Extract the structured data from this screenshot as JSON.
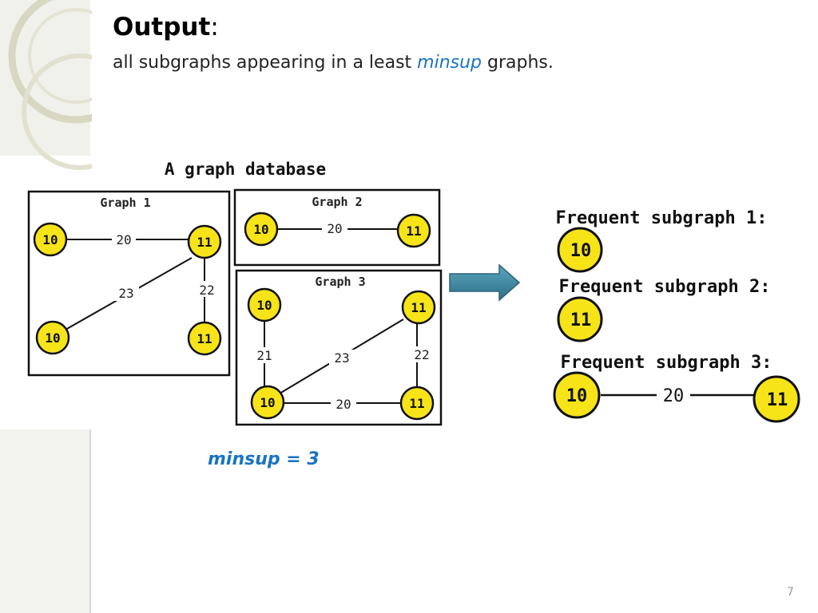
{
  "slide": {
    "title": "Output",
    "title_suffix": ":",
    "subtitle_before": "all subgraphs appearing in a least ",
    "subtitle_highlight": "minsup",
    "subtitle_after": " graphs.",
    "minsup_label": "minsup = 3",
    "page_number": "7"
  },
  "colors": {
    "node_fill": "#f7e418",
    "highlight": "#1a73c2",
    "arrow_fill": "#3e8aa3"
  },
  "database": {
    "title": "A graph database",
    "graphs": [
      {
        "label": "Graph 1",
        "nodes": [
          "10",
          "11",
          "10",
          "11"
        ],
        "edges": [
          "20",
          "23",
          "22"
        ]
      },
      {
        "label": "Graph 2",
        "nodes": [
          "10",
          "11"
        ],
        "edges": [
          "20"
        ]
      },
      {
        "label": "Graph 3",
        "nodes": [
          "10",
          "11",
          "10",
          "11"
        ],
        "edges": [
          "21",
          "23",
          "22",
          "20"
        ]
      }
    ]
  },
  "results": {
    "subgraphs": [
      {
        "label": "Frequent subgraph 1:",
        "nodes": [
          "10"
        ]
      },
      {
        "label": "Frequent subgraph 2:",
        "nodes": [
          "11"
        ]
      },
      {
        "label": "Frequent subgraph 3:",
        "nodes": [
          "10",
          "11"
        ],
        "edge": "20"
      }
    ]
  }
}
